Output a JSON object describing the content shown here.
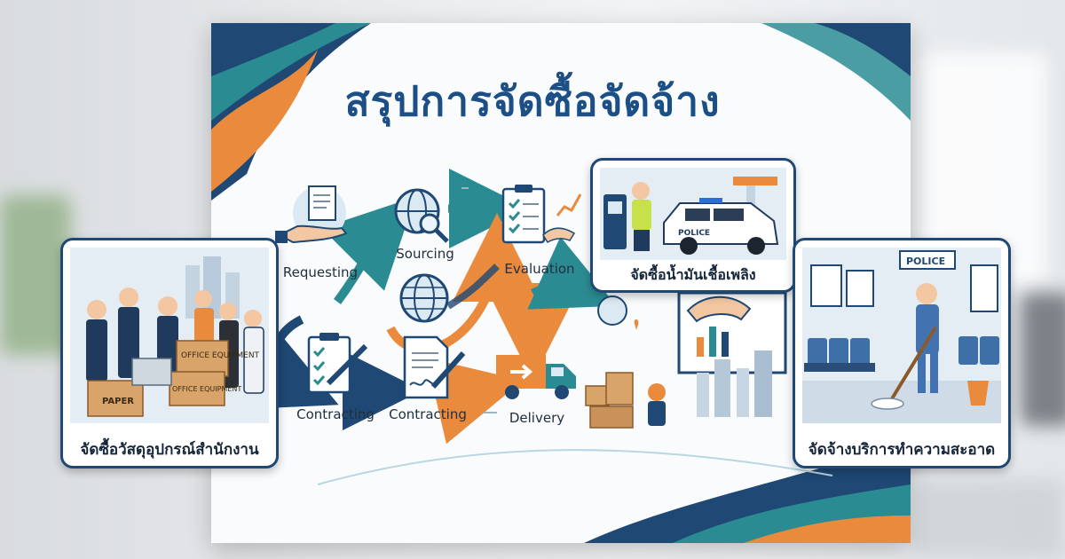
{
  "title": "สรุปการจัดซื้อจัดจ้าง",
  "process": {
    "requesting": "Requesting",
    "sourcing": "Sourcing",
    "evaluation": "Evaluation",
    "contracting_1": "Contracting",
    "contracting_2": "Contracting",
    "delivery": "Delivery"
  },
  "cards": {
    "office_supplies": {
      "caption": "จัดซื้อวัสดุอุปกรณ์สำนักงาน",
      "box_labels": [
        "OFFICE EQUIPMENT",
        "PAPER",
        "OFFICE EQUIPMENT"
      ]
    },
    "fuel": {
      "caption": "จัดซื้อน้ำมันเชื้อเพลิง",
      "car_label": "POLICE"
    },
    "cleaning": {
      "caption": "จัดจ้างบริการทำความสะอาด",
      "sign": "POLICE"
    }
  },
  "colors": {
    "navy": "#1f4874",
    "teal": "#2a8c92",
    "orange": "#e98a3c",
    "title": "#1c4f86"
  }
}
